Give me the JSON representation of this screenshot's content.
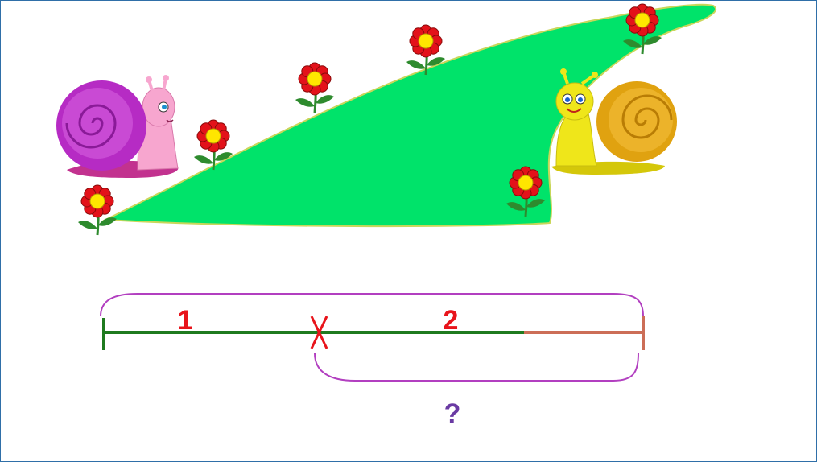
{
  "diagram": {
    "segment_labels": {
      "first": "1",
      "second": "2",
      "unknown": "?"
    },
    "cut_mark": "X"
  },
  "colors": {
    "meadow": "#00e36a",
    "meadow_edge": "#c9d65a",
    "segment_main": "#1f7a1f",
    "segment_extra": "#cc6e57",
    "brace": "#b23fc0",
    "label_red": "#e8141b",
    "question": "#6a3aa3",
    "flower_petal": "#e3121a",
    "flower_center": "#ffe600",
    "stem": "#2e8b2e",
    "left_snail_shell": "#b62bc4",
    "left_snail_body": "#f7a6cf",
    "right_snail_shell": "#e0a210",
    "right_snail_body": "#efe61a"
  },
  "icons": [
    "left-snail-icon",
    "right-snail-icon",
    "flower-icon",
    "meadow-icon"
  ]
}
